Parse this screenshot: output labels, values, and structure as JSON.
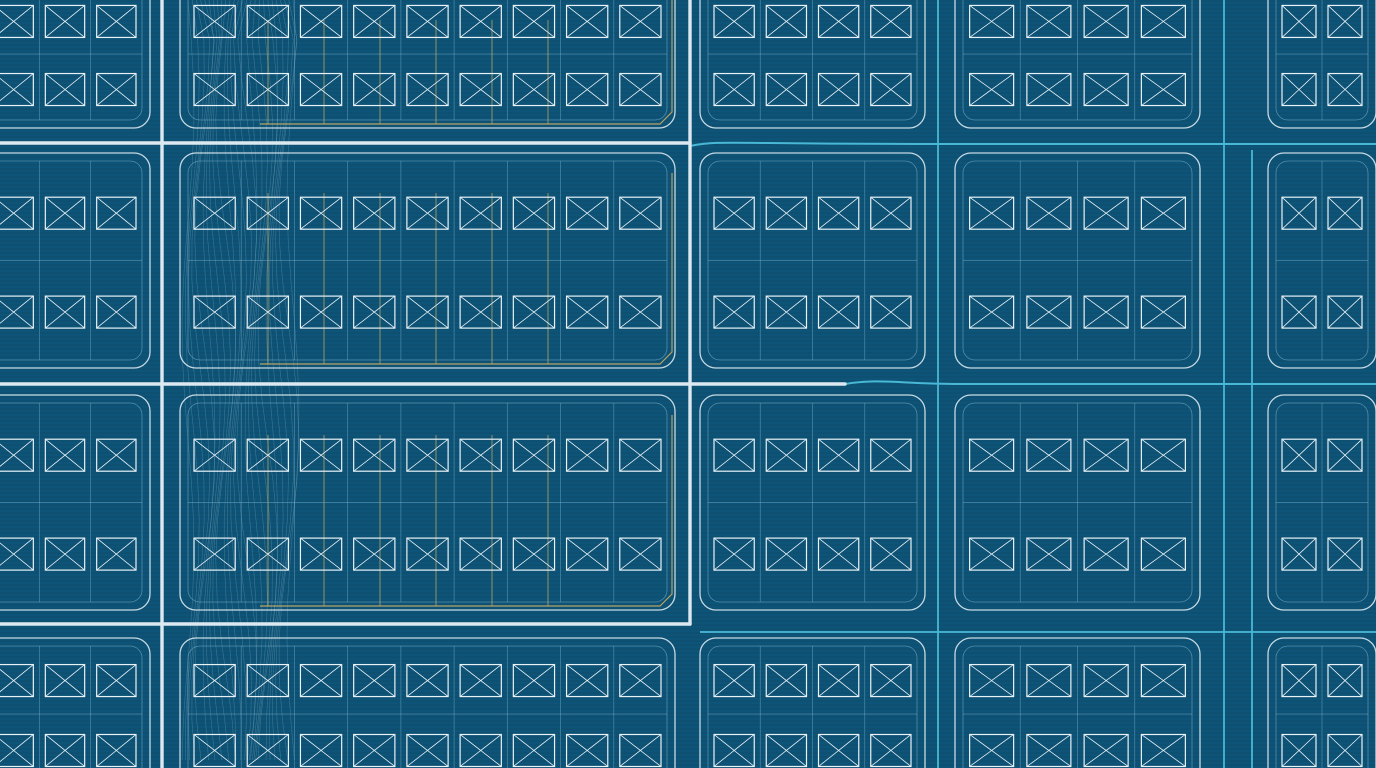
{
  "palette": {
    "background": "#0e5478",
    "background_shade": "#0a4666",
    "grid_line": "#7fb6d0",
    "building_outline": "#e8f2f7",
    "main_road": "#dde9f0",
    "utility_line": "#c9ac63",
    "service_line": "#48b8d4",
    "contour_line": "#8fb8cc"
  },
  "map": {
    "kind": "subdivision-site-plan",
    "printed_text": [],
    "blocks": {
      "columns": [
        "west-edge",
        "central-left",
        "central-right",
        "east-a",
        "east-b",
        "east-edge"
      ],
      "rows": [
        "north",
        "upper",
        "lower",
        "south"
      ]
    },
    "layers": [
      "main-roads",
      "block-outlines",
      "lot-lines",
      "building-footprints",
      "utility-lines",
      "service-lines",
      "terrain-contours"
    ]
  }
}
